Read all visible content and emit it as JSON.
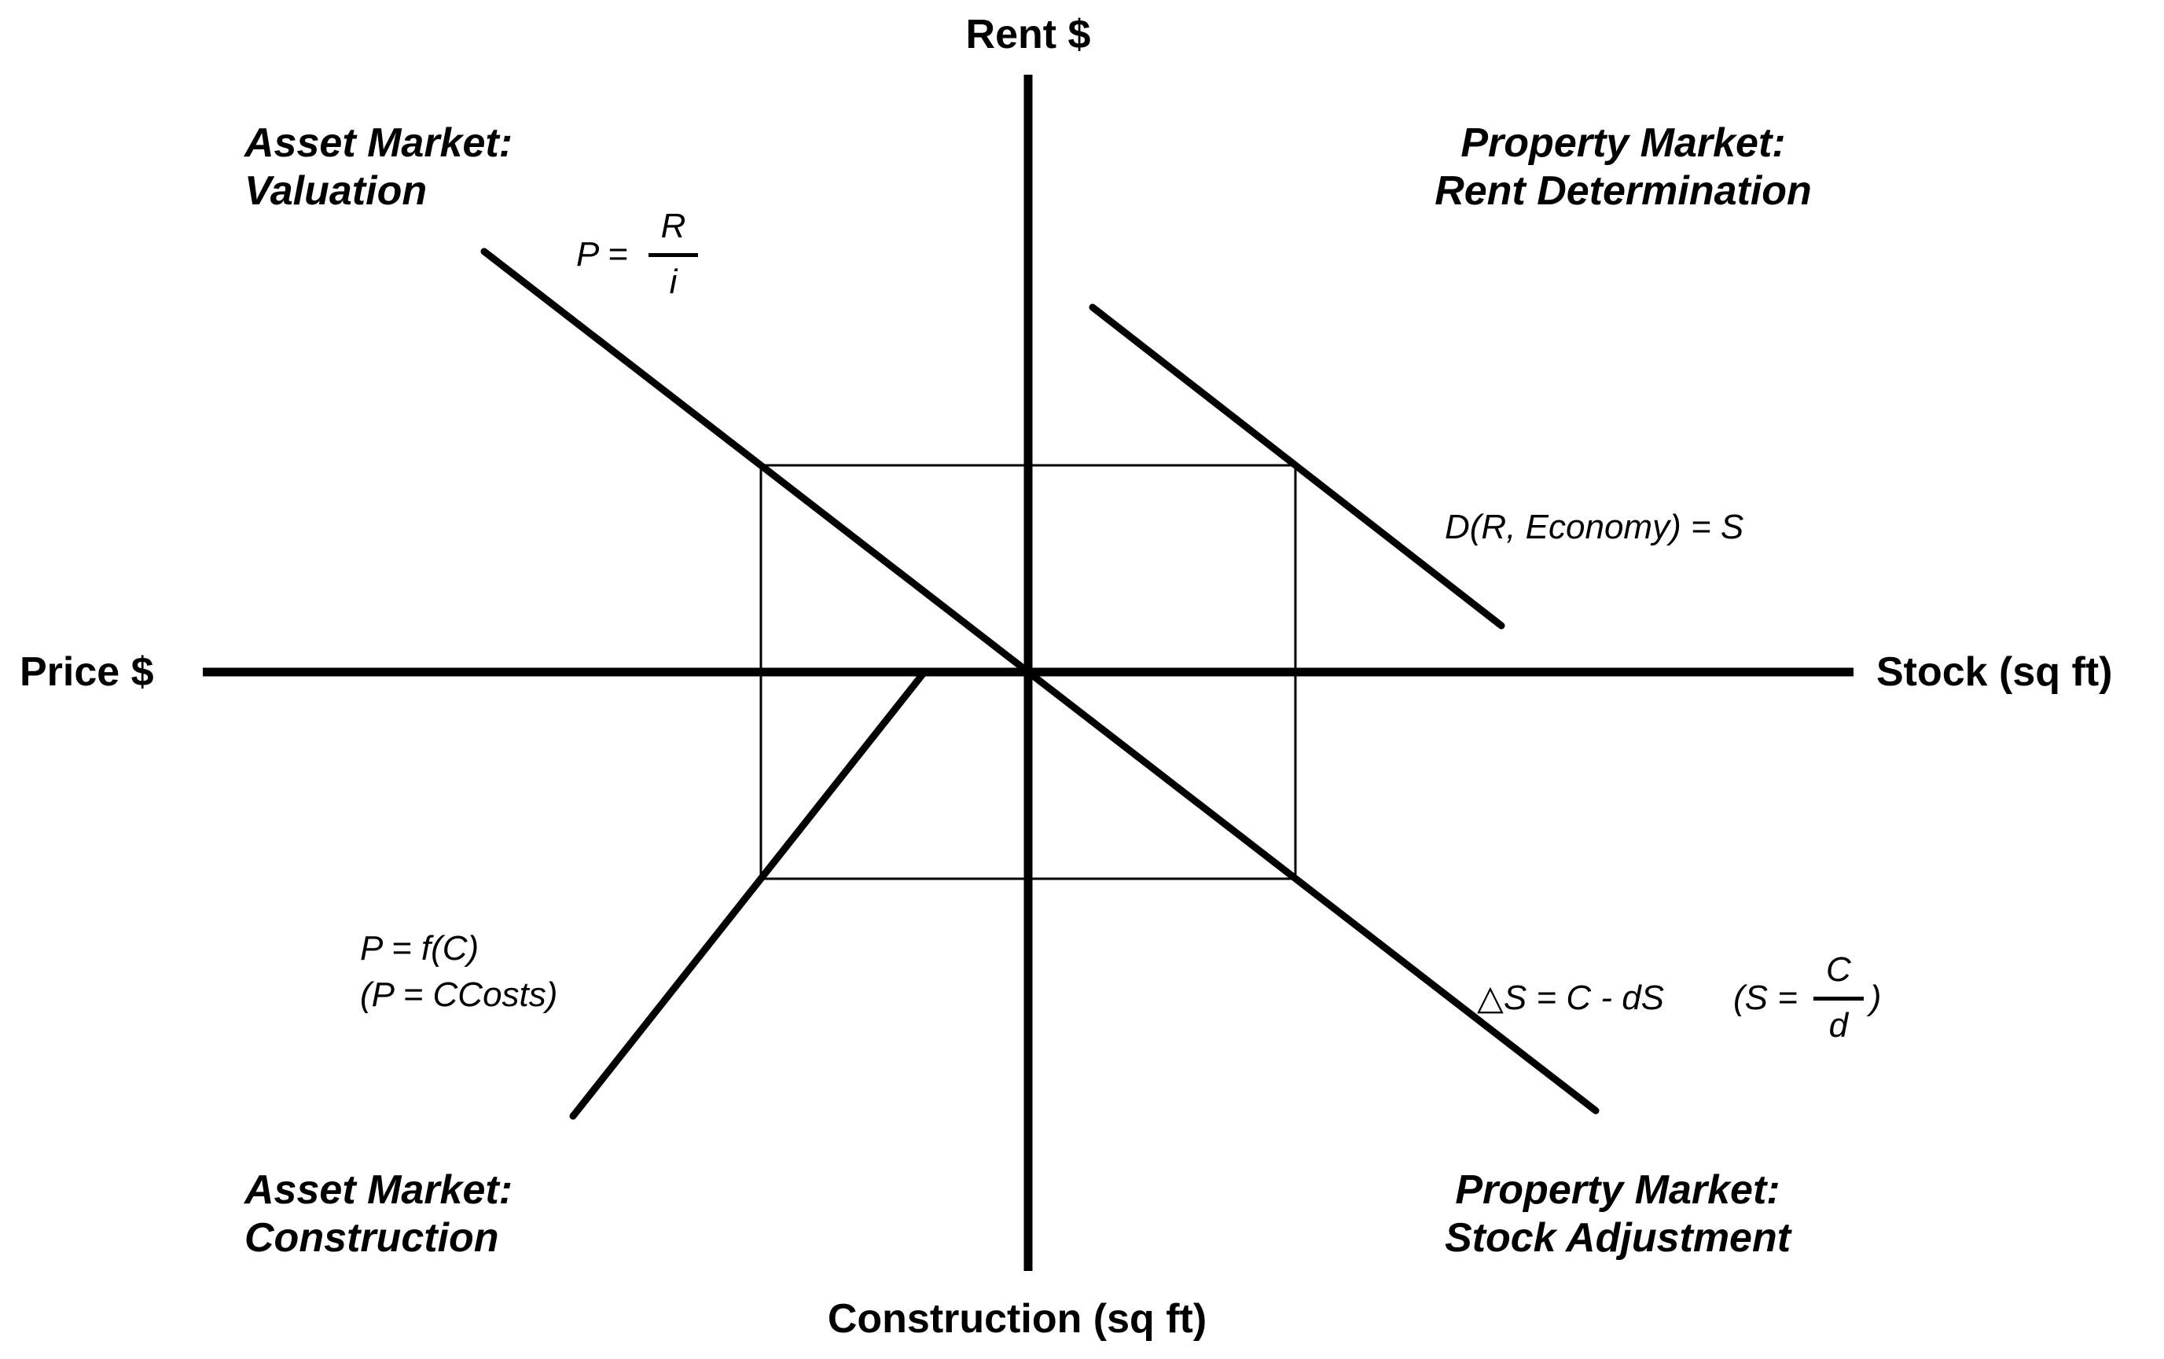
{
  "axes": {
    "top": "Rent $",
    "left": "Price $",
    "right": "Stock (sq ft)",
    "bottom": "Construction (sq ft)"
  },
  "quadrants": {
    "top_left": {
      "line1": "Asset Market:",
      "line2": "Valuation"
    },
    "top_right": {
      "line1": "Property Market:",
      "line2": "Rent Determination"
    },
    "bottom_left": {
      "line1": "Asset Market:",
      "line2": "Construction"
    },
    "bottom_right": {
      "line1": "Property Market:",
      "line2": "Stock Adjustment"
    }
  },
  "equations": {
    "valuation": {
      "lhs": "P =",
      "numerator": "R",
      "denominator": "i"
    },
    "rent_determination": {
      "text": "D(R, Economy) = S"
    },
    "construction": {
      "line1": "P = f(C)",
      "line2": "(P = CCosts)"
    },
    "stock_adjustment": {
      "lhs": "△S = C - dS",
      "paren_open": "(S =",
      "numerator": "C",
      "denominator": "d",
      "paren_close": ")"
    }
  },
  "colors": {
    "ink": "#000000",
    "background": "#ffffff"
  }
}
